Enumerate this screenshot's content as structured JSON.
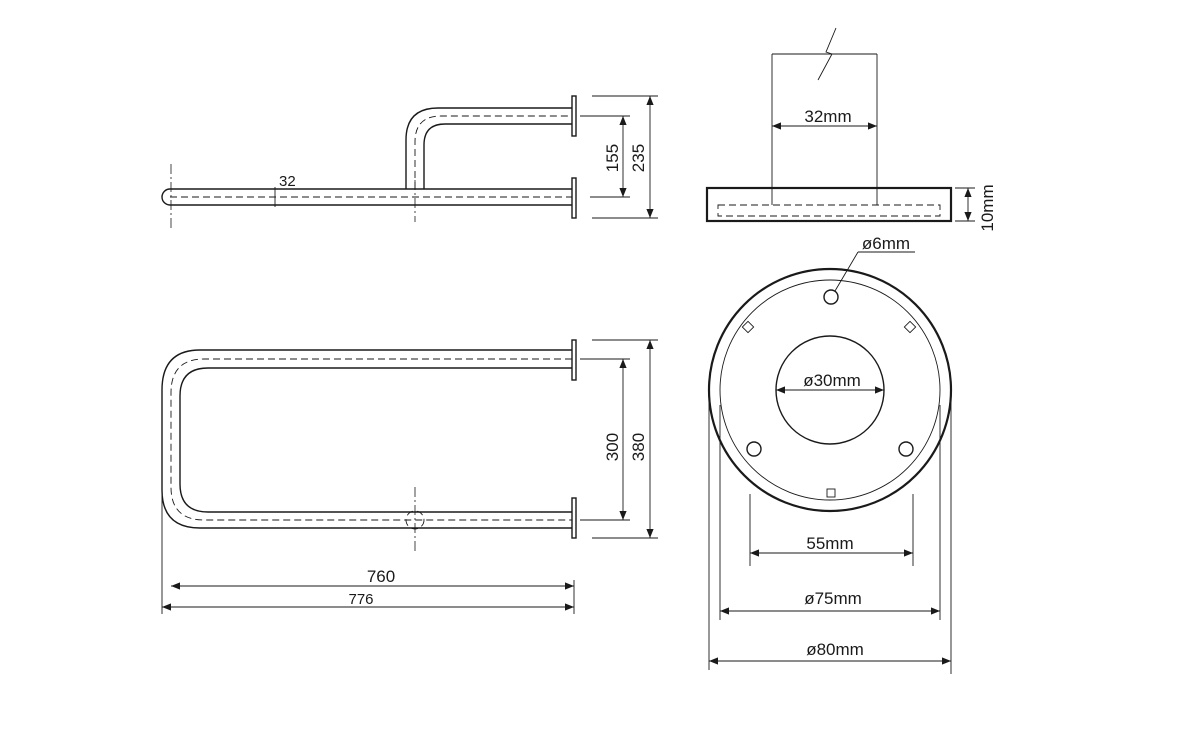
{
  "side_view": {
    "dim_offset": "32",
    "dim_inner": "155",
    "dim_outer": "235"
  },
  "top_view": {
    "dim_inner": "300",
    "dim_outer": "380",
    "dim_length_inner": "760",
    "dim_length_outer": "776"
  },
  "flange_side": {
    "dim_tube": "32mm",
    "dim_thickness": "10mm"
  },
  "flange_face": {
    "dim_hole": "ø6mm",
    "dim_bore": "ø30mm",
    "dim_hole_spacing": "55mm",
    "dim_inner_circle": "ø75mm",
    "dim_outer_circle": "ø80mm"
  }
}
